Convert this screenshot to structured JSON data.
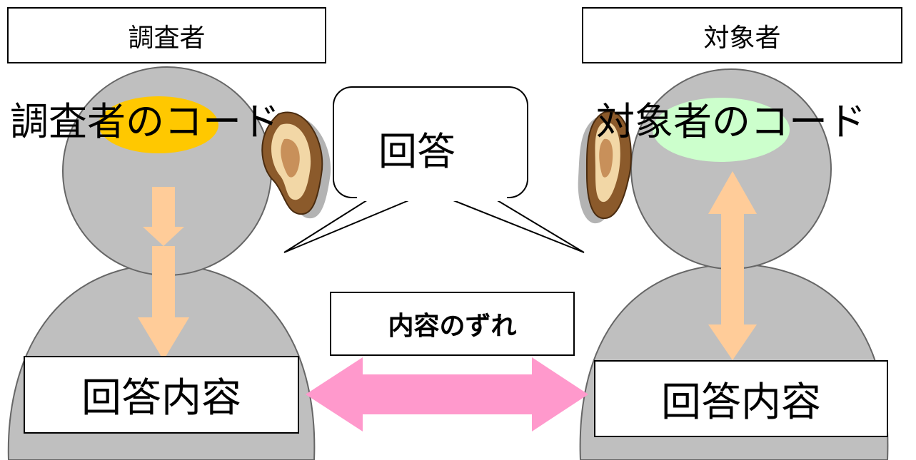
{
  "investigator": {
    "role_label": "調査者",
    "code_label": "調査者のコード",
    "answer_content": "回答内容",
    "code_color": "#ffc800"
  },
  "subject": {
    "role_label": "対象者",
    "code_label": "対象者のコード",
    "answer_content": "回答内容",
    "code_color": "#ccffcc"
  },
  "speech_bubble": {
    "text": "回答"
  },
  "gap_label": "内容のずれ",
  "colors": {
    "person": "#bfbfbf",
    "vertical_arrow": "#ffcc99",
    "mismatch_arrow": "#ff99cc",
    "ear_outer": "#8b5a2b",
    "ear_inner": "#f2d7a6",
    "ear_shadow": "#b3b3b3"
  }
}
